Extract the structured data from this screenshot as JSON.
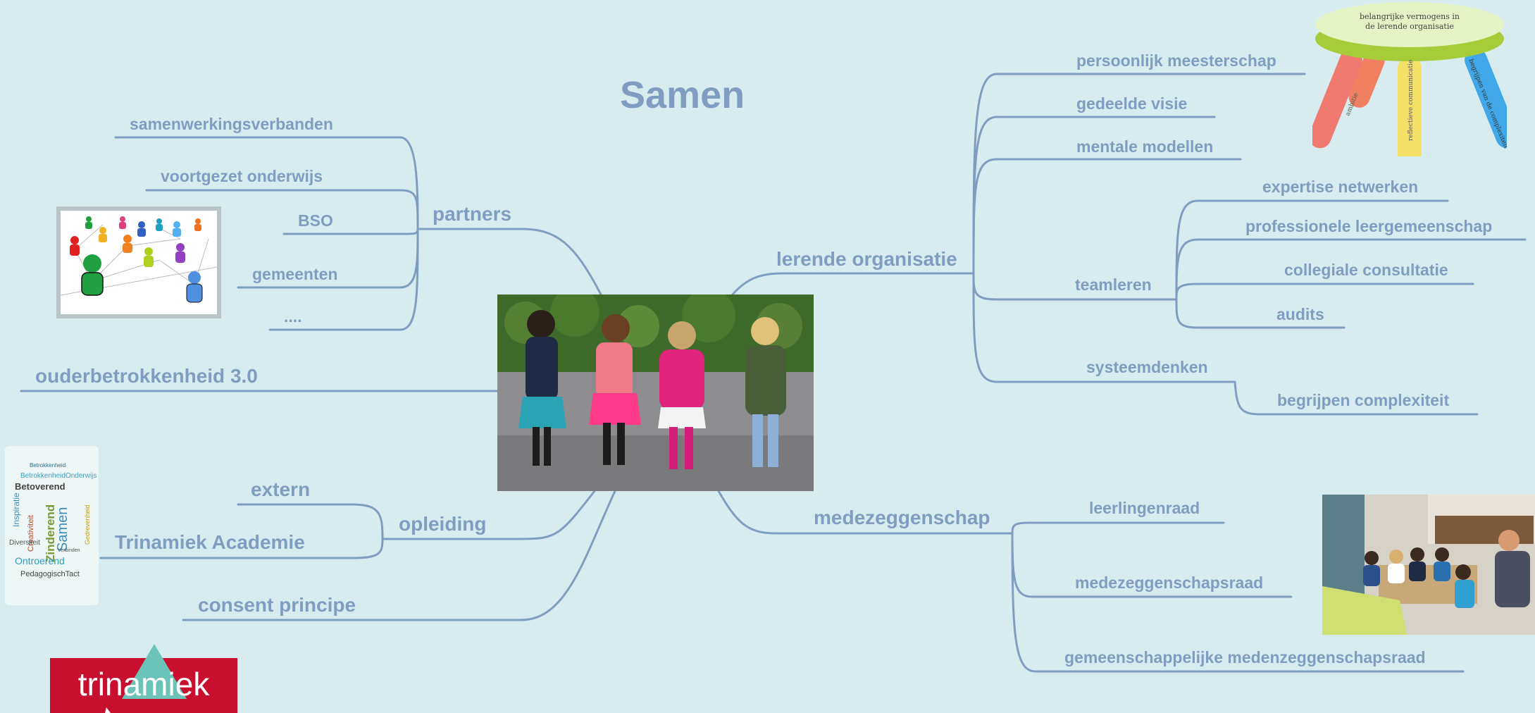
{
  "title": "Samen",
  "center": {
    "icon": "children-walking-photo"
  },
  "partners": {
    "label": "partners",
    "children": [
      "samenwerkingsverbanden",
      "voortgezet onderwijs",
      "BSO",
      "gemeenten",
      "...."
    ]
  },
  "ouderbetrokkenheid": {
    "label": "ouderbetrokkenheid 3.0"
  },
  "opleiding": {
    "label": "opleiding",
    "children": [
      "extern",
      "Trinamiek Academie"
    ]
  },
  "consent": {
    "label": "consent principe"
  },
  "lerende_organisatie": {
    "label": "lerende organisatie",
    "children": [
      "persoonlijk meesterschap",
      "gedeelde visie",
      "mentale modellen",
      "teamleren",
      "systeemdenken"
    ],
    "teamleren_children": [
      "expertise netwerken",
      "professionele leergemeenschap",
      "collegiale consultatie",
      "audits"
    ],
    "systeemdenken_children": [
      "begrijpen complexiteit"
    ]
  },
  "medezeggenschap": {
    "label": "medezeggenschap",
    "children": [
      "leerlingenraad",
      "medezeggenschapsraad",
      "gemeenschappelijke medenzeggenschapsraad"
    ]
  },
  "stool": {
    "top_text_line1": "belangrijke vermogens in",
    "top_text_line2": "de lerende organisatie",
    "legs": [
      "ambitie",
      "reflectieve communicatie",
      "begrijpen van de complexiteit"
    ]
  },
  "wordcloud": {
    "words": [
      "Betrokkenheid",
      "BetrokkenheidOnderwijs",
      "Betoverend",
      "Samen",
      "Zinderend",
      "Creativiteit",
      "Diversiteit",
      "Ontroerend",
      "PedagogischTact",
      "Verbinden",
      "Inspiratie",
      "Gedrevenheid"
    ]
  },
  "logo": {
    "text": "trinamiek"
  },
  "colors": {
    "background": "#d8ecef",
    "line": "#7f9dc0",
    "text": "#7f9dc0",
    "logo_red": "#c8102e",
    "logo_teal": "#6cc3b8"
  }
}
